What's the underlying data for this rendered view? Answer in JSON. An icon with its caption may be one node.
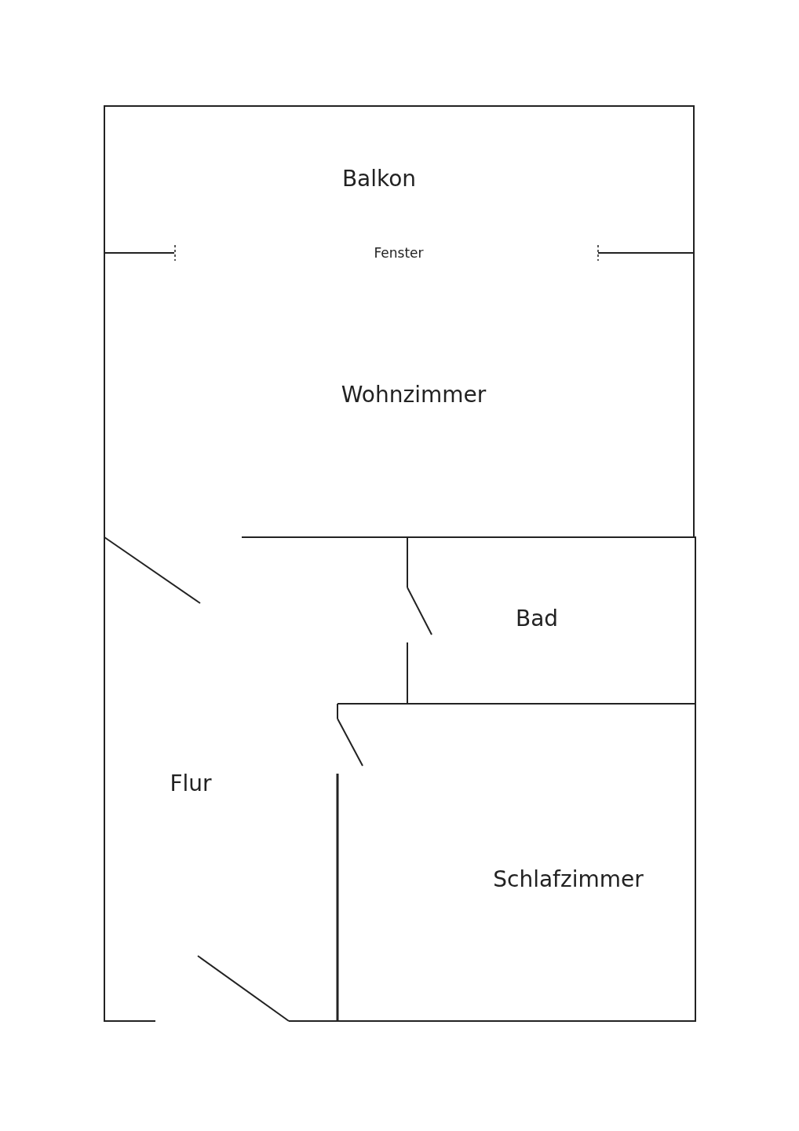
{
  "diagram": {
    "labels": [
      "Balkon",
      "Fenster",
      "Wohnzimmer",
      "Bad",
      "Flur",
      "Schlafzimmer"
    ]
  }
}
